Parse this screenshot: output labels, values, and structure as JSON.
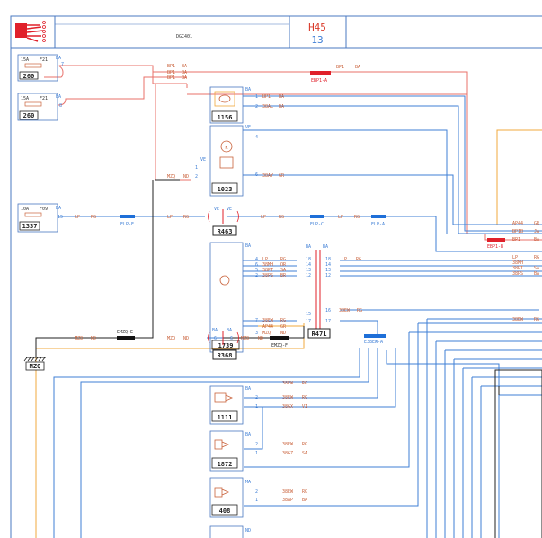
{
  "header": {
    "title": "DGC401",
    "sheet_code": "H45",
    "sheet_number": "13"
  },
  "colors": {
    "wire_blue": "#3f7fd6",
    "wire_red": "#e8706a",
    "wire_orange": "#f0a83c",
    "wire_black": "#222222",
    "label_text": "#c9613a",
    "frame": "#4a78c0",
    "connector_blue": "#1e6fd8",
    "connector_red": "#e0202a",
    "connector_black": "#111111"
  },
  "fuses": [
    {
      "rating": "15A",
      "id": "F21",
      "pin_in": "BA",
      "pin_out": "7",
      "ref": "260"
    },
    {
      "rating": "15A",
      "id": "F21",
      "pin_in": "BA",
      "pin_out": "8",
      "ref": "260"
    },
    {
      "rating": "10A",
      "id": "F09",
      "pin_in": "BA",
      "pin_out": "15",
      "ref": "1337"
    }
  ],
  "components": {
    "c1156": {
      "ref": "1156",
      "pin_top": "BA",
      "pin1": "1",
      "pin2": "2",
      "wire1": "BP1",
      "wire1_color": "BA",
      "wire2": "38AL",
      "wire2_color": "BA"
    },
    "c1023": {
      "ref": "1023",
      "pin_top": "VE",
      "pin_ve": "VE",
      "pin4": "4",
      "pin1": "1",
      "pin2": "2",
      "pin6": "6",
      "wire_out": "38AY",
      "wire_out_color": "GR"
    },
    "c1739": {
      "ref": "1739",
      "pins": [
        "BA",
        "4",
        "6",
        "5",
        "2",
        "7",
        "1",
        "3"
      ],
      "top": "BA",
      "wires": [
        {
          "code": "LP",
          "color": "RG",
          "pin": "4"
        },
        {
          "code": "38MH",
          "color": "OR",
          "pin": "6"
        },
        {
          "code": "38PT",
          "color": "SA",
          "pin": "5"
        },
        {
          "code": "38PS",
          "color": "BR",
          "pin": "2"
        },
        {
          "code": "38EW",
          "color": "RG",
          "pin": "7"
        },
        {
          "code": "AP44",
          "color": "GR",
          "pin": ""
        },
        {
          "code": "MZQ",
          "color": "ND",
          "pin": "3"
        }
      ]
    },
    "c1111": {
      "ref": "1111",
      "pin_top": "BA",
      "pin2": "2",
      "pin1": "1",
      "wire1": "38EW",
      "wire1_color": "RG",
      "wire2": "38GX",
      "wire2_color": "VI"
    },
    "c1872": {
      "ref": "1872",
      "pin_top": "BA",
      "pin2": "2",
      "pin1": "1",
      "wire1": "38EW",
      "wire1_color": "RG",
      "wire2": "38GZ",
      "wire2_color": "SA"
    },
    "c408": {
      "ref": "408",
      "pin_top": "MA",
      "pin2": "2",
      "pin1": "1",
      "wire1": "38EW",
      "wire1_color": "RG",
      "wire2": "38AP",
      "wire2_color": "BA"
    },
    "c_bottom": {
      "pin_top": "ND"
    }
  },
  "connectors": {
    "r463": {
      "ref": "R463",
      "left": "VE",
      "right": "VE"
    },
    "r471": {
      "ref": "R471",
      "left_top": "BA",
      "right_top": "BA",
      "left_pins": [
        "18",
        "14",
        "13",
        "12",
        "15",
        "17"
      ],
      "right_pins": [
        "18",
        "14",
        "13",
        "12",
        "16",
        "17"
      ]
    },
    "r368": {
      "ref": "R368",
      "left_top": "BA",
      "right_top": "BA",
      "left_pin": "6",
      "right_pin": "6"
    }
  },
  "splices": {
    "ebp1_a": "EBP1-A",
    "ebp1_b": "EBP1-B",
    "elp_e": "ELP-E",
    "elp_c": "ELP-C",
    "elp_a": "ELP-A",
    "emzq_e": "EMZQ-E",
    "emzq_f": "EMZQ-F",
    "e38ew_a": "E38EW-A"
  },
  "wires": {
    "bp1": "BP1",
    "ba": "BA",
    "lp": "LP",
    "rg": "RG",
    "mzq": "MZQ",
    "nd": "ND",
    "w38ew": "38EW",
    "ap44": "AP44",
    "gr": "GR",
    "bp1b": "BP1B",
    "ja": "JA",
    "w38mh": "38MH",
    "w38pt": "38PT",
    "w38ps": "38PS",
    "br": "BR",
    "sa": "SA"
  },
  "ground": {
    "label": "MZQ"
  }
}
